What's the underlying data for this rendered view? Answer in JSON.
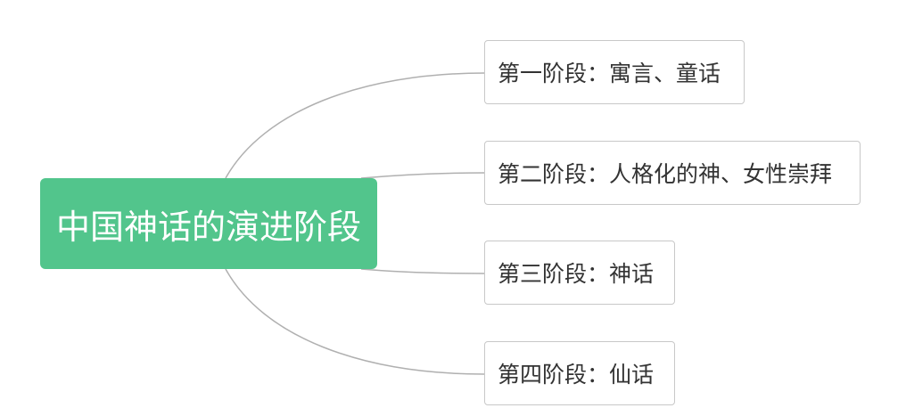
{
  "mindmap": {
    "root": {
      "label": "中国神话的演进阶段",
      "fill_color": "#52c58c",
      "text_color": "#ffffff"
    },
    "branches": [
      {
        "label": "第一阶段：寓言、童话"
      },
      {
        "label": "第二阶段：人格化的神、女性崇拜"
      },
      {
        "label": "第三阶段：神话"
      },
      {
        "label": "第四阶段：仙话"
      }
    ],
    "connector_color": "#b0b0b0",
    "node_border_color": "#c8c8c8"
  }
}
